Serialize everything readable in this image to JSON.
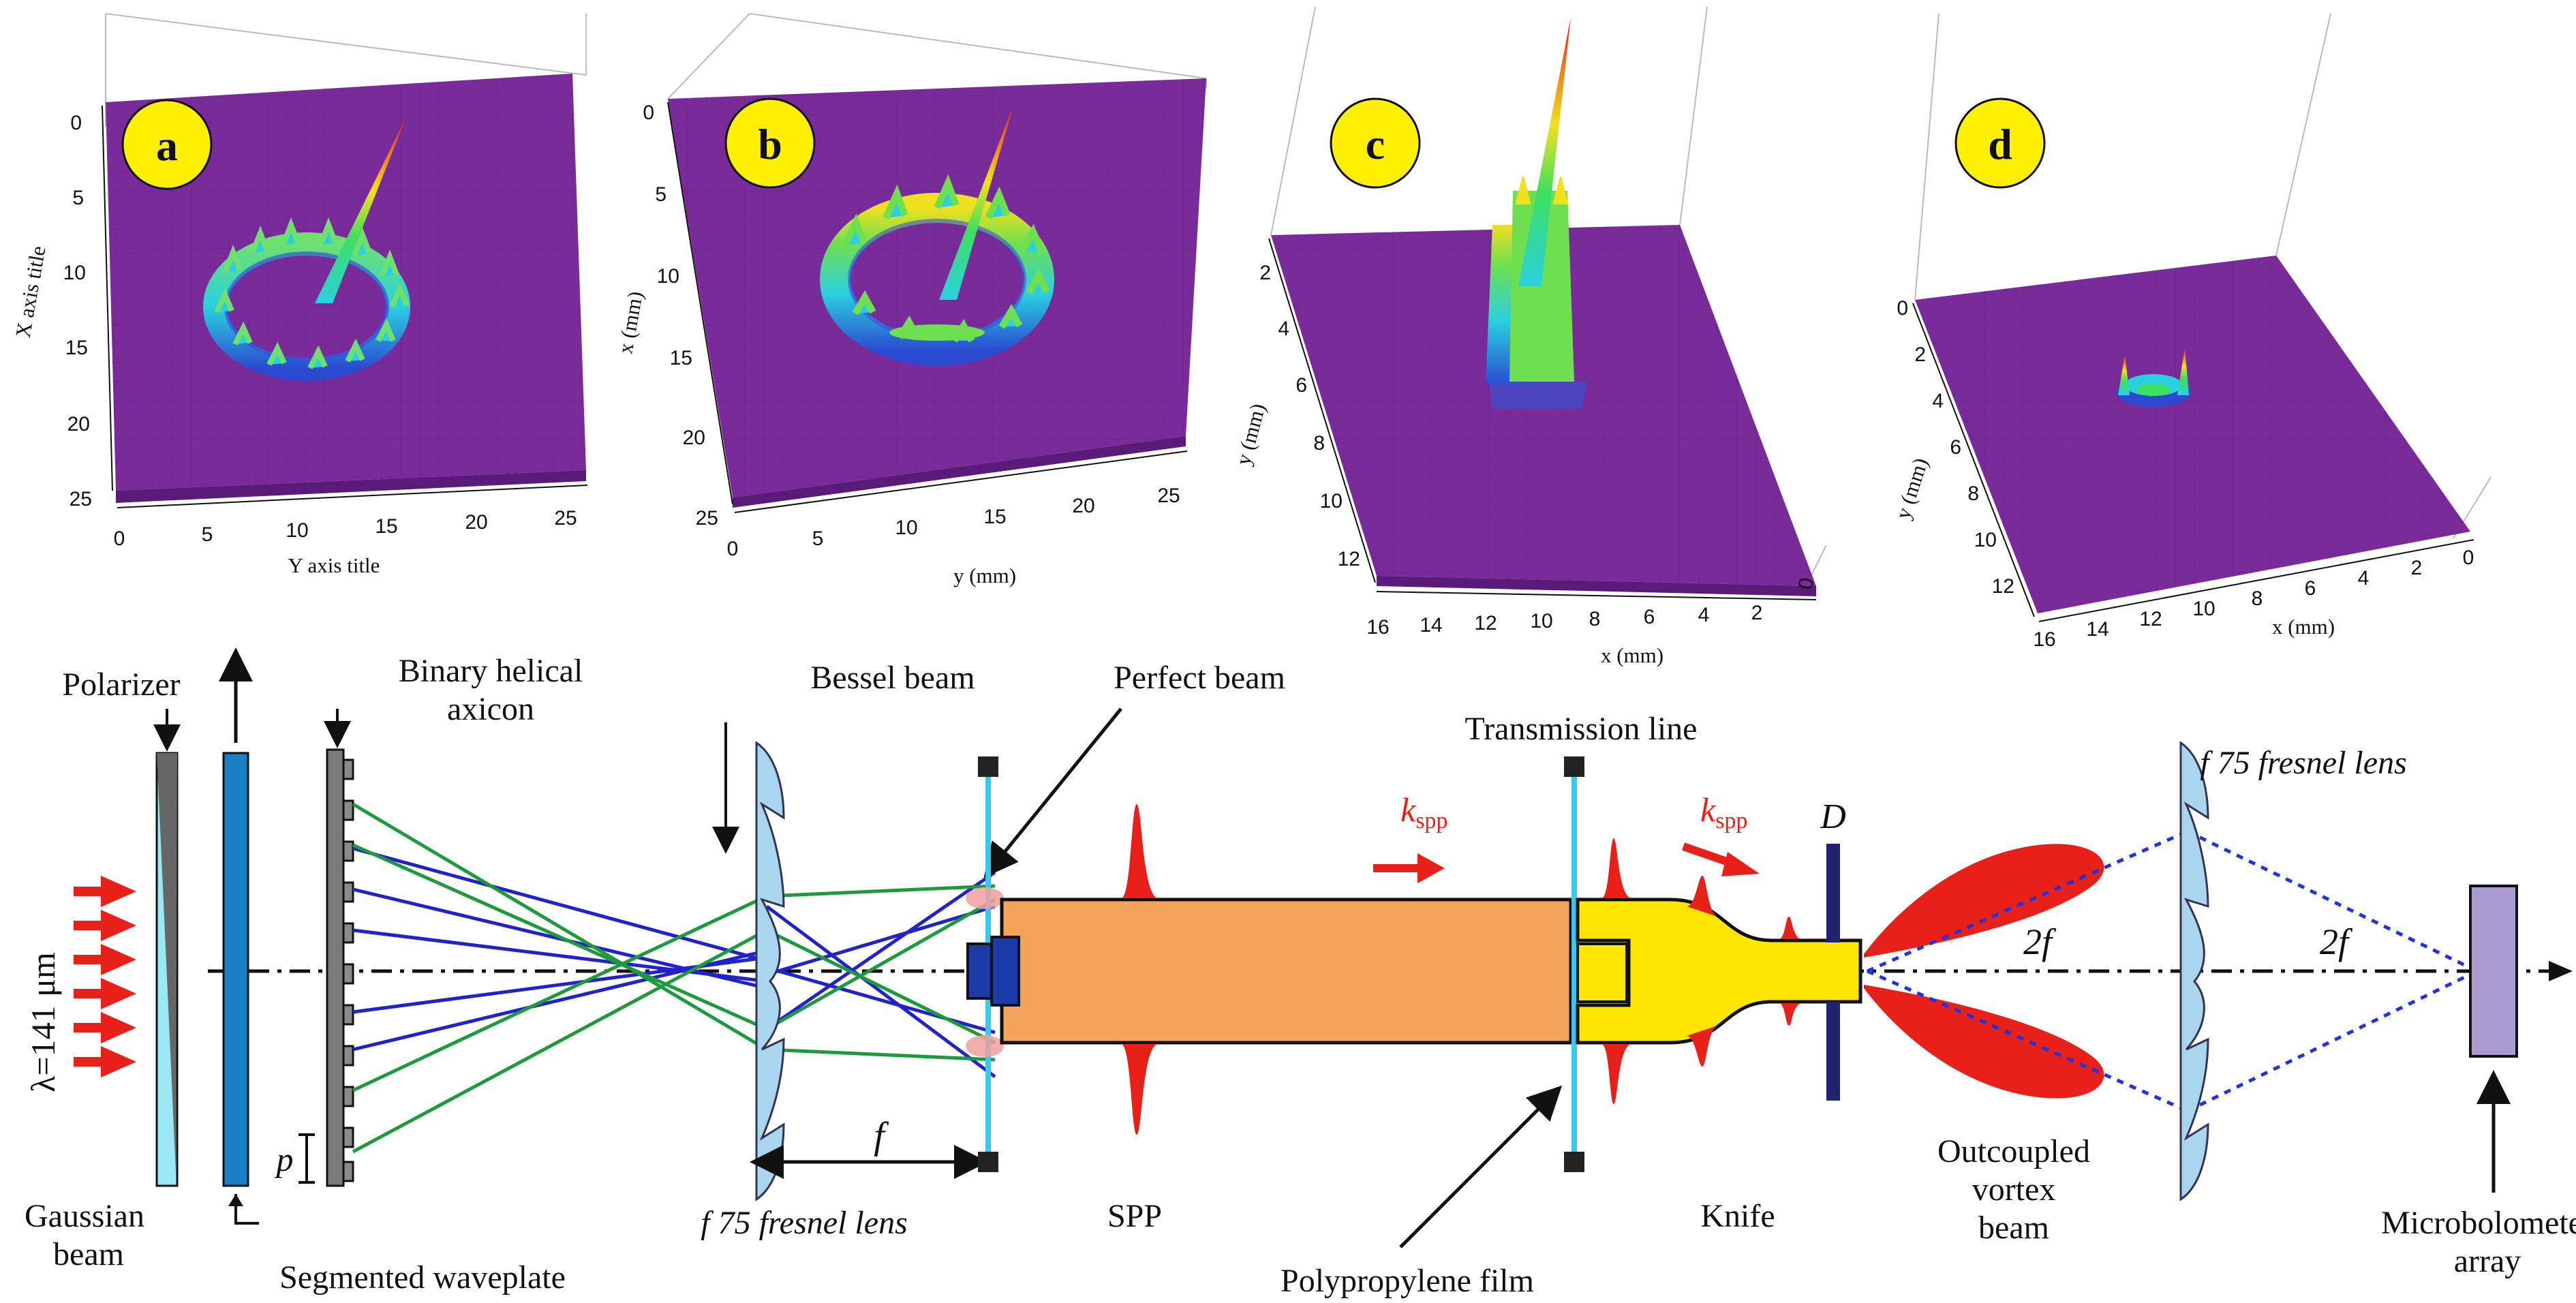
{
  "panels": [
    {
      "letter": "a",
      "ylabel": "X axis title",
      "xlabel": "Y axis title",
      "yticks": [
        "0",
        "5",
        "10",
        "15",
        "20",
        "25"
      ],
      "xticks": [
        "0",
        "5",
        "10",
        "15",
        "20",
        "25"
      ]
    },
    {
      "letter": "b",
      "ylabel": "x (mm)",
      "xlabel": "y (mm)",
      "yticks": [
        "0",
        "5",
        "10",
        "15",
        "20",
        "25"
      ],
      "xticks": [
        "0",
        "5",
        "10",
        "15",
        "20",
        "25"
      ]
    },
    {
      "letter": "c",
      "ylabel": "y (mm)",
      "xlabel": "x (mm)",
      "yticks": [
        "2",
        "4",
        "6",
        "8",
        "10",
        "12"
      ],
      "xticks": [
        "16",
        "14",
        "12",
        "10",
        "8",
        "6",
        "4",
        "2",
        "0"
      ]
    },
    {
      "letter": "d",
      "ylabel": "y (mm)",
      "xlabel": "x (mm)",
      "yticks": [
        "0",
        "2",
        "4",
        "6",
        "8",
        "10",
        "12"
      ],
      "xticks": [
        "16",
        "14",
        "12",
        "10",
        "8",
        "6",
        "4",
        "2",
        "0"
      ]
    }
  ],
  "labels": {
    "wavelength": "λ=141 μm",
    "polarizer": "Polarizer",
    "gaussian_beam": "Gaussian beam",
    "binary_helical_axicon": "Binary helical axicon",
    "segmented_waveplate": "Segmented waveplate",
    "period": "p",
    "bessel_beam": "Bessel beam",
    "perfect_beam": "Perfect beam",
    "fresnel_lens_1": "f 75 fresnel lens",
    "focal": "f",
    "spp": "SPP",
    "transmission_line": "Transmission line",
    "k_spp": "k",
    "k_spp_sub": "spp",
    "knife": "Knife",
    "polypropylene_film": "Polypropylene film",
    "diaphragm": "D",
    "outcoupled_vortex_beam": "Outcoupled vortex beam",
    "two_f": "2f",
    "fresnel_lens_2": "f 75 fresnel lens",
    "microbolometer_array": "Microbolometer array"
  },
  "colors": {
    "surface": "#7a2b9a",
    "grid": "#5a1a7a",
    "peak": "#e8201a",
    "waveplate": "#1a7fc4",
    "lens": "#a9d6ee",
    "orange_region": "#f4a45a",
    "yellow_region": "#ffe600",
    "blue_ray": "#2222cc",
    "green_ray": "#1e9a3c",
    "detector": "#a99ad0",
    "dark_blue_aperture": "#22226e",
    "badge": "#ffef00"
  }
}
